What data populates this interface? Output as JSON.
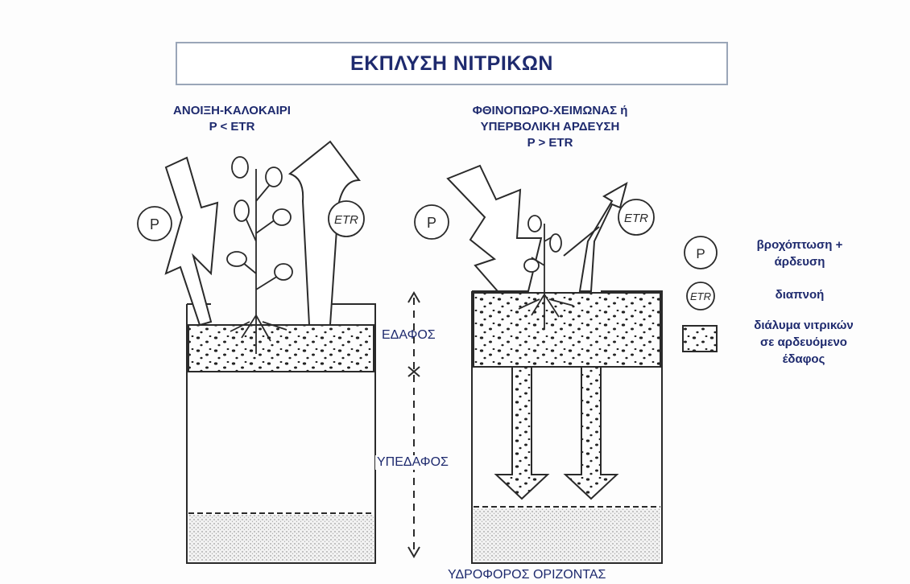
{
  "title": "ΕΚΠΛΥΣΗ ΝΙΤΡΙΚΩΝ",
  "left_panel": {
    "season": "ΑΝΟΙΞΗ-ΚΑΛΟΚΑΙΡΙ",
    "condition": "P < ETR",
    "p_symbol": "P",
    "etr_symbol": "ETR"
  },
  "right_panel": {
    "season_line1": "ΦΘΙΝΟΠΩΡΟ-ΧΕΙΜΩΝΑΣ ή",
    "season_line2": "ΥΠΕΡΒΟΛΙΚΗ ΑΡΔΕΥΣΗ",
    "condition": "P > ETR",
    "p_symbol": "P",
    "etr_symbol": "ETR"
  },
  "middle_labels": {
    "soil": "ΕΔΑΦΟΣ",
    "subsoil": "ΥΠΕΔΑΦΟΣ",
    "aquifer": "ΥΔΡΟΦΟΡΟΣ ΟΡΙΖΟΝΤΑΣ"
  },
  "legend": {
    "items": [
      {
        "symbol": "P",
        "line1": "βροχόπτωση +",
        "line2": "άρδευση"
      },
      {
        "symbol": "ETR",
        "line1": "διαπνοή",
        "line2": ""
      },
      {
        "symbol": "",
        "line1": "διάλυμα νιτρικών",
        "line2": "σε αρδευόμενο",
        "line3": "έδαφος"
      }
    ]
  },
  "colors": {
    "text": "#1e2a6e",
    "ink": "#2a2a2a",
    "frame": "#9aa6b8"
  }
}
